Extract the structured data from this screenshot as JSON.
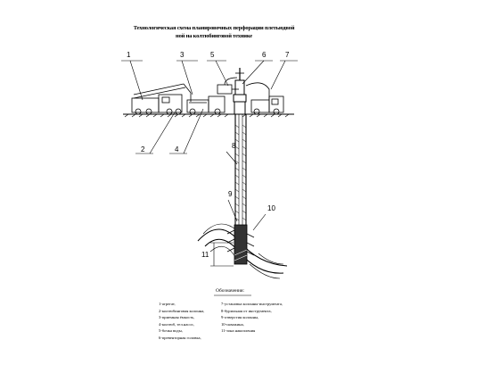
{
  "title": {
    "line1": "Технологическая схема планировочных перфорации плетьюдвой",
    "line2": "ной на колтюбинговой технике"
  },
  "callouts": [
    "1",
    "2",
    "3",
    "4",
    "5",
    "6",
    "7",
    "8",
    "9",
    "10",
    "11"
  ],
  "legend": {
    "heading": "Обозначения:",
    "left": [
      "1-агрегат,",
      "2-колтюбинговая колонна,",
      "3-приемная ёмкость,",
      "4-колтюб, тел.насос,",
      "5-бочка воды,",
      "6-превенторная головка,"
    ],
    "right": [
      "7-установка колонны-инструмента,",
      "8-бурильная от инструмента,",
      "9-отверстия колонны,",
      "10-скважина,",
      "11-зона накопления"
    ]
  }
}
